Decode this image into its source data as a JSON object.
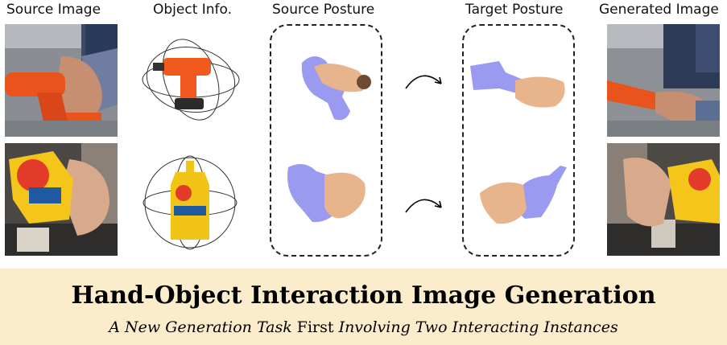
{
  "headers": {
    "source_image": "Source Image",
    "object_info": "Object Info.",
    "source_posture": "Source Posture",
    "target_posture": "Target Posture",
    "generated_image": "Generated Image"
  },
  "colors": {
    "banner_bg": "#fbeccb",
    "object_mesh": "#9a9af0",
    "hand_mesh": "#e8b48c",
    "drill_orange": "#f05a1e",
    "mustard_yellow": "#f2c418"
  },
  "icons": [
    "curved-arrow-icon",
    "curved-arrow-icon"
  ],
  "banner": {
    "title": "Hand-Object Interaction Image Generation",
    "subtitle_italic_1": "A New Generation Task",
    "subtitle_plain": " First ",
    "subtitle_italic_2": "Involving Two Interacting Instances"
  }
}
